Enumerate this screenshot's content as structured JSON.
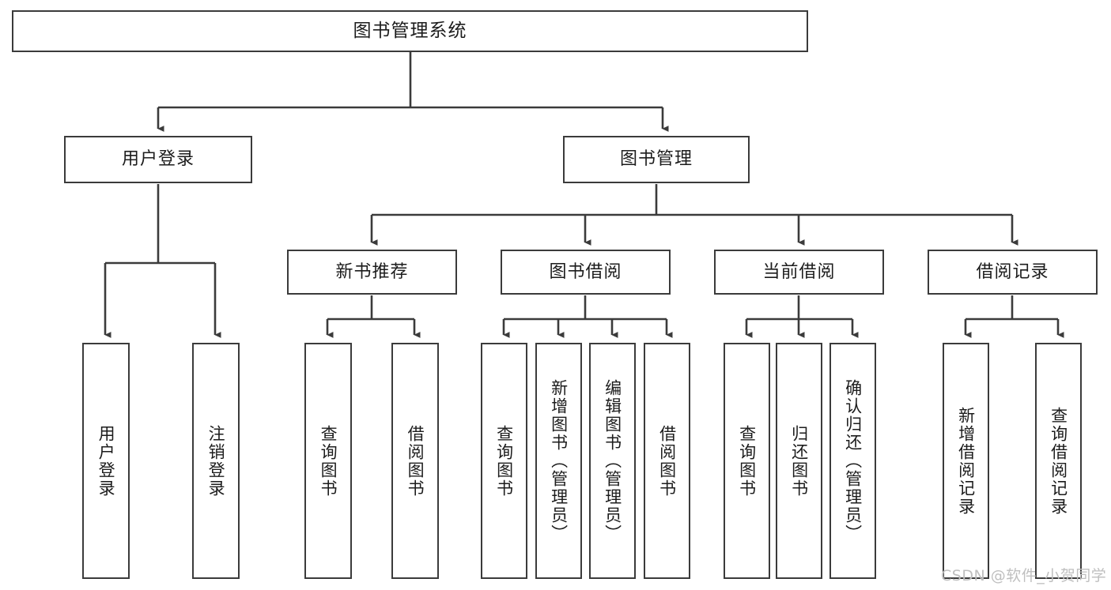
{
  "diagram": {
    "title": "图书管理系统",
    "type": "tree-hierarchy-chart",
    "orientation": "top-down",
    "line_color": "#3b3b3b",
    "box_fill": "#ffffff",
    "text_color": "#1c1c1c"
  },
  "nodes": {
    "root": {
      "label": "图书管理系统",
      "level": 0
    },
    "level1": [
      {
        "label": "用户登录",
        "level": 1
      },
      {
        "label": "图书管理",
        "level": 1
      }
    ],
    "level2": [
      {
        "label": "新书推荐",
        "level": 2,
        "parent": "图书管理"
      },
      {
        "label": "图书借阅",
        "level": 2,
        "parent": "图书管理"
      },
      {
        "label": "当前借阅",
        "level": 2,
        "parent": "图书管理"
      },
      {
        "label": "借阅记录",
        "level": 2,
        "parent": "图书管理"
      }
    ],
    "leaves": {
      "user_login": [
        {
          "label": "用户登录"
        },
        {
          "label": "注销登录"
        }
      ],
      "new_book": [
        {
          "label": "查询图书"
        },
        {
          "label": "借阅图书"
        }
      ],
      "book_borrow": [
        {
          "label": "查询图书"
        },
        {
          "label": "新增图书（管理员）"
        },
        {
          "label": "编辑图书（管理员）"
        },
        {
          "label": "借阅图书"
        }
      ],
      "current_borrow": [
        {
          "label": "查询图书"
        },
        {
          "label": "归还图书"
        },
        {
          "label": "确认归还（管理员）"
        }
      ],
      "borrow_record": [
        {
          "label": "新增借阅记录"
        },
        {
          "label": "查询借阅记录"
        }
      ]
    }
  },
  "watermark": {
    "text": "CSDN @软件_小贺同学",
    "color": "#bfbfbf"
  }
}
